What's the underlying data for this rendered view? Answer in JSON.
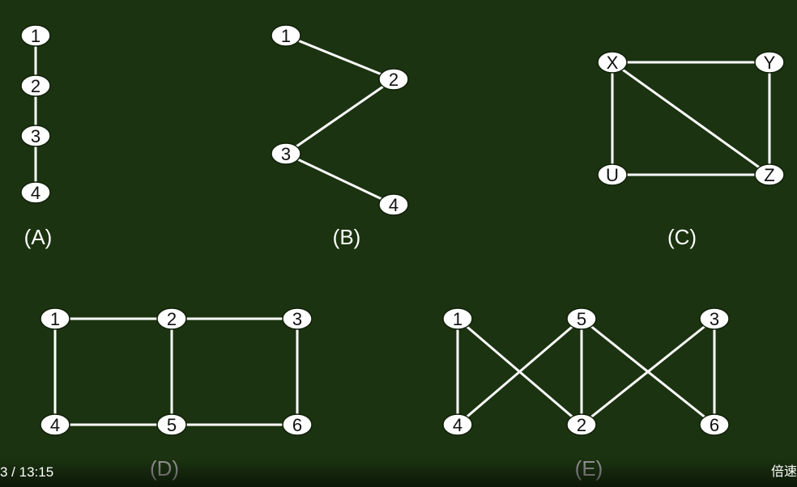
{
  "graphs": [
    {
      "label": "(A)",
      "nodes": [
        "1",
        "2",
        "3",
        "4"
      ],
      "edges": [
        [
          "1",
          "2"
        ],
        [
          "2",
          "3"
        ],
        [
          "3",
          "4"
        ]
      ]
    },
    {
      "label": "(B)",
      "nodes": [
        "1",
        "2",
        "3",
        "4"
      ],
      "edges": [
        [
          "1",
          "2"
        ],
        [
          "2",
          "3"
        ],
        [
          "3",
          "4"
        ]
      ]
    },
    {
      "label": "(C)",
      "nodes": [
        "X",
        "Y",
        "U",
        "Z"
      ],
      "edges": [
        [
          "X",
          "Y"
        ],
        [
          "X",
          "U"
        ],
        [
          "X",
          "Z"
        ],
        [
          "Y",
          "Z"
        ],
        [
          "U",
          "Z"
        ]
      ]
    },
    {
      "label": "(D)",
      "nodes": [
        "1",
        "2",
        "3",
        "4",
        "5",
        "6"
      ],
      "edges": [
        [
          "1",
          "2"
        ],
        [
          "2",
          "3"
        ],
        [
          "1",
          "4"
        ],
        [
          "2",
          "5"
        ],
        [
          "3",
          "6"
        ],
        [
          "4",
          "5"
        ],
        [
          "5",
          "6"
        ]
      ]
    },
    {
      "label": "(E)",
      "nodes": [
        "1",
        "5",
        "3",
        "4",
        "2",
        "6"
      ],
      "edges": [
        [
          "1",
          "4"
        ],
        [
          "1",
          "2"
        ],
        [
          "5",
          "4"
        ],
        [
          "5",
          "2"
        ],
        [
          "5",
          "6"
        ],
        [
          "3",
          "2"
        ],
        [
          "3",
          "6"
        ]
      ]
    }
  ],
  "colors": {
    "background": "#1b3310",
    "node_fill": "#ffffff",
    "edge": "#ffffff",
    "label_bright": "#ffffff",
    "label_dim": "#9a9a9a"
  },
  "player": {
    "time": "3 / 13:15",
    "speed": "倍速"
  }
}
